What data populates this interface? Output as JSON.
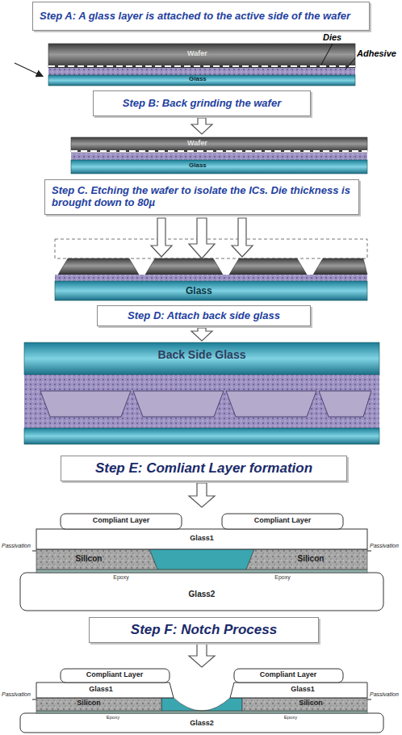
{
  "diagram": {
    "nodes": [
      {
        "text": [
          "Step A: A glass layer is attached to the active side of the wafer"
        ]
      },
      {
        "text": [
          "Step B: Back grinding the wafer"
        ]
      },
      {
        "text": [
          "Step C. Etching the wafer to isolate the ICs. Die thickness is brought down to 80µ"
        ]
      },
      {
        "text": [
          "Step D: Attach back side glass"
        ]
      },
      {
        "text": [
          "Step E: Comliant Layer formation"
        ]
      },
      {
        "text": [
          "Step F: Notch Process"
        ]
      }
    ],
    "labels": [
      "Dies",
      "Adhesive",
      "Wafer",
      "Glass",
      "Wafer",
      "Glass",
      "Glass",
      "Back Side Glass",
      "Compliant Layer",
      "Compliant Layer",
      "Glass1",
      "Passivation",
      "Passivation",
      "Silicon",
      "Silicon",
      "Epoxy",
      "Epoxy",
      "Glass2",
      "Compliant Layer",
      "Compliant Layer",
      "Glass1",
      "Glass1",
      "Passivation",
      "Passivation",
      "Silicon",
      "Silicon",
      "Epoxy",
      "Epoxy",
      "Glass2"
    ]
  }
}
